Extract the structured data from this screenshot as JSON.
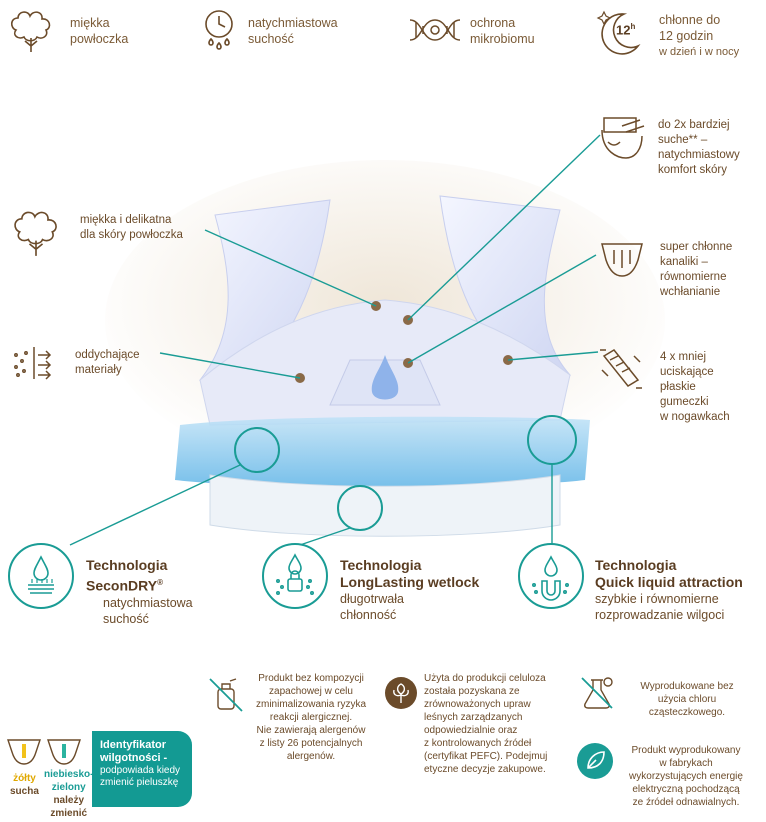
{
  "top_features": [
    {
      "icon": "cotton-icon",
      "lines": [
        "miękka",
        "powłoczka"
      ]
    },
    {
      "icon": "timer-drops-icon",
      "lines": [
        "natychmiastowa",
        "suchość"
      ]
    },
    {
      "icon": "dna-icon",
      "lines": [
        "ochrona",
        "mikrobiomu"
      ]
    },
    {
      "icon": "moon-12h-icon",
      "badge": "12",
      "badge_sup": "h",
      "lines": [
        "chłonne do",
        "12 godzin",
        "w dzień i w nocy"
      ]
    }
  ],
  "annotations": {
    "soft_cover": [
      "miękka i delikatna",
      "dla skóry powłoczka"
    ],
    "breathable": [
      "oddychające",
      "materiały"
    ],
    "drier": [
      "do 2x bardziej",
      "suche** –",
      "natychmiastowy",
      "komfort skóry"
    ],
    "channels": [
      "super chłonne",
      "kanaliki –",
      "równomierne",
      "wchłanianie"
    ],
    "elastic": [
      "4 x mniej",
      "uciskające",
      "płaskie",
      "gumeczki",
      "w nogawkach"
    ]
  },
  "technologies": [
    {
      "icon": "secondry-icon",
      "title": [
        "Technologia",
        "SeconDRY"
      ],
      "trademark": "®",
      "sub": [
        "natychmiastowa",
        "suchość"
      ]
    },
    {
      "icon": "wetlock-icon",
      "title": [
        "Technologia",
        "LongLasting wetlock"
      ],
      "sub": [
        "długotrwała",
        "chłonność"
      ]
    },
    {
      "icon": "quick-attraction-icon",
      "title": [
        "Technologia",
        "Quick liquid attraction"
      ],
      "sub": [
        "szybkie i równomierne",
        "rozprowadzanie wilgoci"
      ]
    }
  ],
  "indicator": {
    "yellow_label": "żółty",
    "yellow_sub": "sucha",
    "green_label": [
      "niebiesko-",
      "zielony"
    ],
    "green_sub": [
      "należy",
      "zmienić"
    ],
    "title": [
      "Identyfikator",
      "wilgotności -"
    ],
    "sub": [
      "podpowiada kiedy",
      "zmienić pieluszkę"
    ]
  },
  "bottom_info": [
    {
      "icon": "no-fragrance-icon",
      "lines": [
        "Produkt bez kompozycji",
        "zapachowej w celu",
        "zminimalizowania ryzyka",
        "reakcji alergicznej.",
        "Nie zawierają alergenów",
        "z listy 26 potencjalnych",
        "alergenów."
      ]
    },
    {
      "icon": "cotton-plant-icon",
      "lines": [
        "Użyta do produkcji celuloza",
        "została pozyskana ze",
        "zrównoważonych upraw",
        "leśnych zarządzanych",
        "odpowiedzialnie oraz",
        "z kontrolowanych źródeł",
        "(certyfikat PEFC). Podejmuj",
        "etyczne decyzje zakupowe."
      ]
    },
    {
      "icon": "no-chlorine-icon",
      "lines": [
        "Wyprodukowane bez",
        "użycia chloru",
        "cząsteczkowego."
      ]
    },
    {
      "icon": "renewable-energy-icon",
      "lines": [
        "Produkt wyprodukowany",
        "w fabrykach",
        "wykorzystujących energię",
        "elektryczną pochodzącą",
        "ze źródeł odnawialnych."
      ]
    }
  ],
  "colors": {
    "teal": "#1a9c95",
    "brown": "#6b4b2a",
    "light_blue": "#cfe6f5"
  }
}
